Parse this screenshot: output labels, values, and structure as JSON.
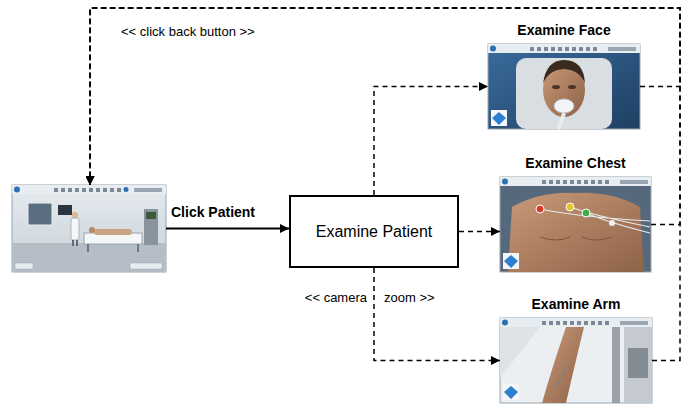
{
  "diagram": {
    "nodes": [
      {
        "text": []
      },
      {
        "text": [
          "Examine Patient"
        ]
      },
      {
        "text": [
          "Examine Face"
        ]
      },
      {
        "text": [
          "Examine Chest"
        ]
      },
      {
        "text": [
          "Examine Arm"
        ]
      }
    ],
    "edges": [
      {
        "from": 0,
        "to": 1,
        "arrow": "to",
        "label": "Click Patient"
      },
      {
        "from": 1,
        "to": 2,
        "arrow": "to"
      },
      {
        "from": 1,
        "to": 3,
        "arrow": "to"
      },
      {
        "from": 1,
        "to": 4,
        "arrow": "to"
      },
      {
        "from": 2,
        "to": 0,
        "arrow": "to",
        "label": "<< click back button >>"
      },
      {
        "from": 3,
        "to": 0,
        "arrow": "to"
      },
      {
        "from": 4,
        "to": 0,
        "arrow": "to"
      }
    ],
    "labels": [
      "<< camera",
      "zoom >>"
    ]
  }
}
